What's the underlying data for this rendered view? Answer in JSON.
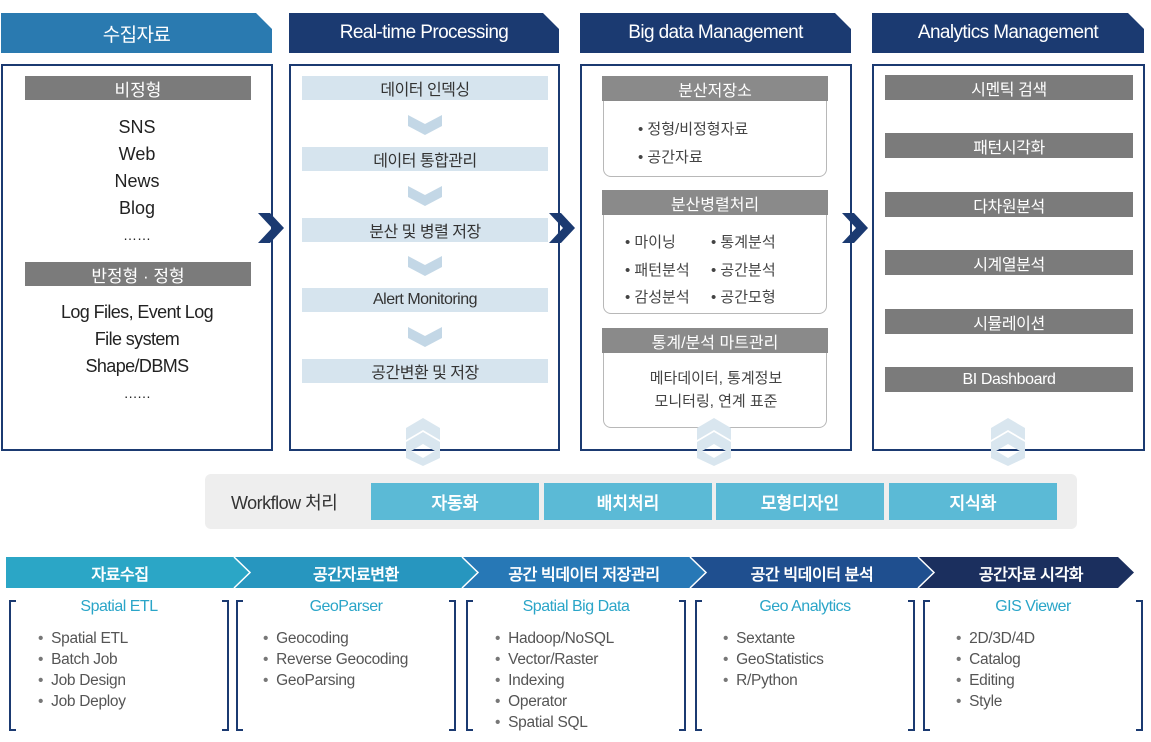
{
  "columns": {
    "collection": {
      "title": "수집자료",
      "unstructured_label": "비정형",
      "unstructured_items": [
        "SNS",
        "Web",
        "News",
        "Blog",
        "……"
      ],
      "structured_label": "반정형 · 정형",
      "structured_items": [
        "Log Files, Event Log",
        "File system",
        "Shape/DBMS",
        "……"
      ]
    },
    "realtime": {
      "title": "Real-time Processing",
      "steps": [
        "데이터 인덱싱",
        "데이터 통합관리",
        "분산 및 병렬 저장",
        "Alert Monitoring",
        "공간변환 및 저장"
      ]
    },
    "bigdata": {
      "title": "Big data Management",
      "storage": {
        "title": "분산저장소",
        "items": [
          "정형/비정형자료",
          "공간자료"
        ]
      },
      "processing": {
        "title": "분산병렬처리",
        "items": [
          "마이닝",
          "통계분석",
          "패턴분석",
          "공간분석",
          "감성분석",
          "공간모형"
        ]
      },
      "mart": {
        "title": "통계/분석 마트관리",
        "lines": [
          "메타데이터, 통계정보",
          "모니터링, 연계 표준"
        ]
      }
    },
    "analytics": {
      "title": "Analytics Management",
      "items": [
        "시멘틱 검색",
        "패턴시각화",
        "다차원분석",
        "시계열분석",
        "시뮬레이션",
        "BI Dashboard"
      ]
    }
  },
  "workflow": {
    "label": "Workflow 처리",
    "buttons": [
      "자동화",
      "배치처리",
      "모형디자인",
      "지식화"
    ]
  },
  "pipeline": [
    {
      "label": "자료수집",
      "title": "Spatial ETL",
      "items": [
        "Spatial ETL",
        "Batch Job",
        "Job Design",
        "Job Deploy"
      ]
    },
    {
      "label": "공간자료변환",
      "title": "GeoParser",
      "items": [
        "Geocoding",
        "Reverse Geocoding",
        "GeoParsing"
      ]
    },
    {
      "label": "공간 빅데이터 저장관리",
      "title": "Spatial Big Data",
      "items": [
        "Hadoop/NoSQL",
        "Vector/Raster",
        "Indexing",
        "Operator",
        "Spatial SQL"
      ]
    },
    {
      "label": "공간 빅데이터 분석",
      "title": "Geo Analytics",
      "items": [
        "Sextante",
        "GeoStatistics",
        "R/Python"
      ]
    },
    {
      "label": "공간자료 시각화",
      "title": "GIS Viewer",
      "items": [
        "2D/3D/4D",
        "Catalog",
        "Editing",
        "Style"
      ]
    }
  ],
  "colors": {
    "col1_header": "#2a7ab0",
    "dark_navy": "#1b3a71",
    "workflow_button": "#5bbad6",
    "pipe1": "#2ba6c6",
    "pipe2": "#2796bf",
    "pipe3": "#2778b6",
    "pipe4": "#1f4f8f",
    "pipe5": "#1b2f5e"
  }
}
